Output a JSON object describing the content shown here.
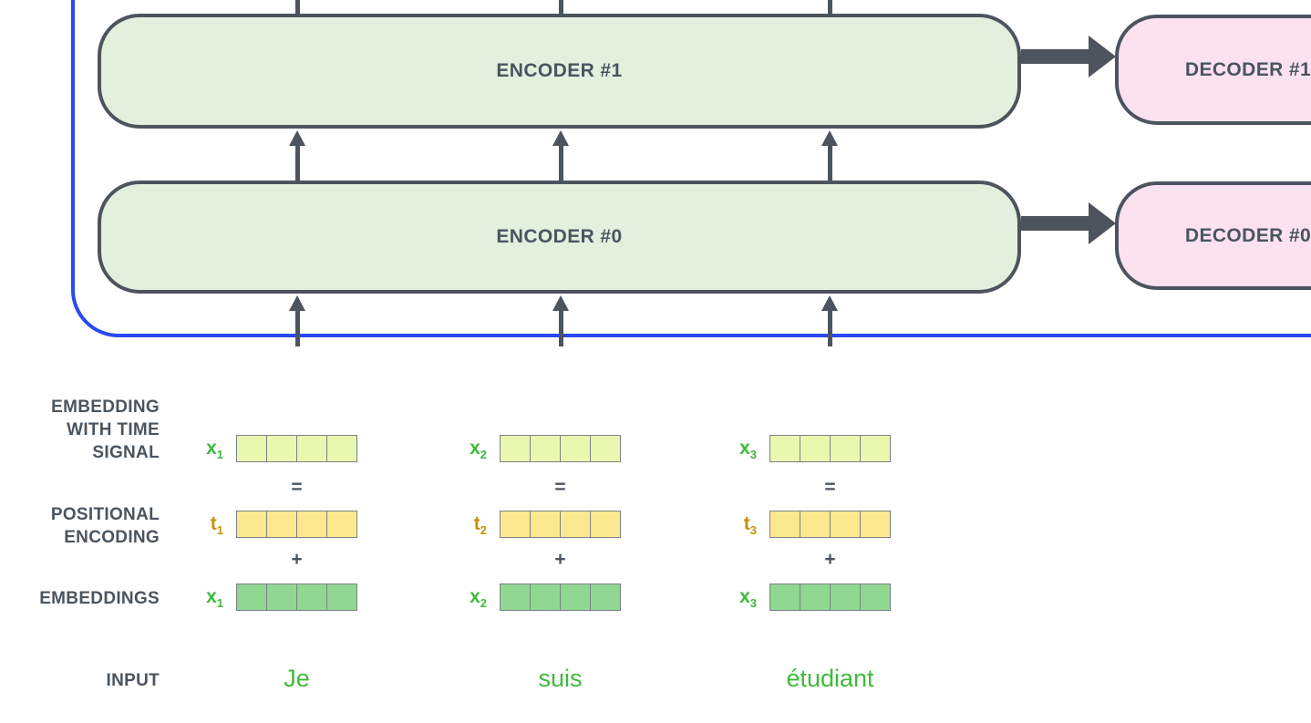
{
  "encoder_stack": {
    "boxes": [
      {
        "label": "ENCODER #1"
      },
      {
        "label": "ENCODER #0"
      }
    ]
  },
  "decoder_stack": {
    "boxes": [
      {
        "label": "DECODER #1"
      },
      {
        "label": "DECODER #0"
      }
    ]
  },
  "embedding_section": {
    "rows": [
      {
        "name": "embedding-with-time-signal",
        "label_lines": [
          "EMBEDDING",
          "WITH TIME",
          "SIGNAL"
        ],
        "symbols": [
          {
            "base": "x",
            "sub": "1"
          },
          {
            "base": "x",
            "sub": "2"
          },
          {
            "base": "x",
            "sub": "3"
          }
        ]
      },
      {
        "name": "positional-encoding",
        "label_lines": [
          "POSITIONAL",
          "ENCODING"
        ],
        "symbols": [
          {
            "base": "t",
            "sub": "1"
          },
          {
            "base": "t",
            "sub": "2"
          },
          {
            "base": "t",
            "sub": "3"
          }
        ]
      },
      {
        "name": "embeddings",
        "label_lines": [
          "EMBEDDINGS"
        ],
        "symbols": [
          {
            "base": "x",
            "sub": "1"
          },
          {
            "base": "x",
            "sub": "2"
          },
          {
            "base": "x",
            "sub": "3"
          }
        ]
      }
    ],
    "operators": {
      "equals": "=",
      "plus": "+"
    },
    "input_label": "INPUT",
    "input_words": [
      "Je",
      "suis",
      "étudiant"
    ],
    "cells_per_vector": 4
  },
  "colors": {
    "encoder_fill": "#e2f0dd",
    "decoder_fill": "#fbe2ee",
    "box_border": "#4c545e",
    "arrow": "#4c545e",
    "blue_frame": "#2949f0",
    "time_signal_cell": "#e9f8af",
    "positional_cell": "#fce98f",
    "embedding_cell": "#90d791",
    "green_text": "#3eba3c",
    "gold_text": "#c39305",
    "label_text": "#4a5560",
    "cell_border": "#7b8189"
  }
}
